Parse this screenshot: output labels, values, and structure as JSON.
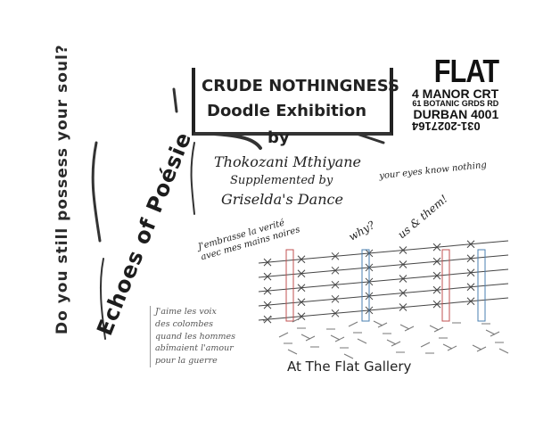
{
  "left_question": "Do you still possess your soul?",
  "side_title": "Echoes of Poésie",
  "title": {
    "line1": "CRUDE NOTHINGNESS",
    "line2": "Doodle Exhibition",
    "by": "by"
  },
  "venue_logo": {
    "name": "FLAT",
    "address1": "4 MANOR CRT",
    "address2": "61 BOTANIC GRDS RD",
    "city": "DURBAN 4001",
    "phone": "031-2027164"
  },
  "artist": "Thokozani Mthiyane",
  "supplemented_by": "Supplemented by",
  "supplement": "Griselda's Dance",
  "eyes_note": "your eyes know nothing",
  "french_quote": [
    "J'embrasse la verité",
    "avec mes mains noires"
  ],
  "why": "why?",
  "us_them": "us & them!",
  "poem": [
    "J'aime les voix",
    "des colombes",
    "quand les hommes",
    "abîmaient l'amour",
    "pour la guerre"
  ],
  "location": "At The Flat Gallery"
}
